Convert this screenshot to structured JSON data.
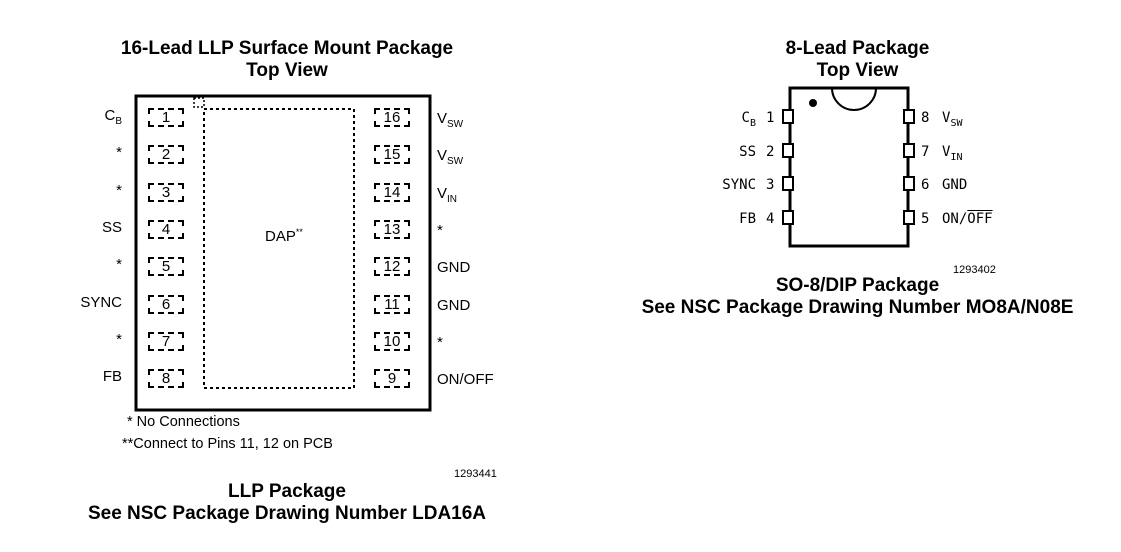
{
  "llp": {
    "title_line1": "16-Lead LLP Surface Mount Package",
    "title_line2": "Top View",
    "dap_label": "DAP",
    "dap_suffix": "**",
    "left_pins": [
      {
        "num": "1",
        "name": "C",
        "sub": "B"
      },
      {
        "num": "2",
        "name": "*",
        "sub": ""
      },
      {
        "num": "3",
        "name": "*",
        "sub": ""
      },
      {
        "num": "4",
        "name": "SS",
        "sub": ""
      },
      {
        "num": "5",
        "name": "*",
        "sub": ""
      },
      {
        "num": "6",
        "name": "SYNC",
        "sub": ""
      },
      {
        "num": "7",
        "name": "*",
        "sub": ""
      },
      {
        "num": "8",
        "name": "FB",
        "sub": ""
      }
    ],
    "right_pins": [
      {
        "num": "16",
        "name": "V",
        "sub": "SW"
      },
      {
        "num": "15",
        "name": "V",
        "sub": "SW"
      },
      {
        "num": "14",
        "name": "V",
        "sub": "IN"
      },
      {
        "num": "13",
        "name": "*",
        "sub": ""
      },
      {
        "num": "12",
        "name": "GND",
        "sub": ""
      },
      {
        "num": "11",
        "name": "GND",
        "sub": ""
      },
      {
        "num": "10",
        "name": "*",
        "sub": ""
      },
      {
        "num": "9",
        "name": "ON/OFF",
        "sub": ""
      }
    ],
    "note1": "* No Connections",
    "note2": "**Connect to Pins 11, 12 on PCB",
    "figure_id": "1293441",
    "caption1": "LLP Package",
    "caption2": "See NSC Package Drawing Number LDA16A"
  },
  "so8": {
    "title_line1": "8-Lead Package",
    "title_line2": "Top View",
    "left_pins": [
      {
        "num": "1",
        "name": "C",
        "sub": "B"
      },
      {
        "num": "2",
        "name": "SS",
        "sub": ""
      },
      {
        "num": "3",
        "name": "SYNC",
        "sub": ""
      },
      {
        "num": "4",
        "name": "FB",
        "sub": ""
      }
    ],
    "right_pins": [
      {
        "num": "8",
        "name": "V",
        "sub": "SW"
      },
      {
        "num": "7",
        "name": "V",
        "sub": "IN"
      },
      {
        "num": "6",
        "name": "GND",
        "sub": ""
      },
      {
        "num": "5",
        "name": "ON/",
        "sub": "",
        "overline": "OFF"
      }
    ],
    "figure_id": "1293402",
    "caption1": "SO-8/DIP Package",
    "caption2": "See NSC Package Drawing Number MO8A/N08E"
  }
}
